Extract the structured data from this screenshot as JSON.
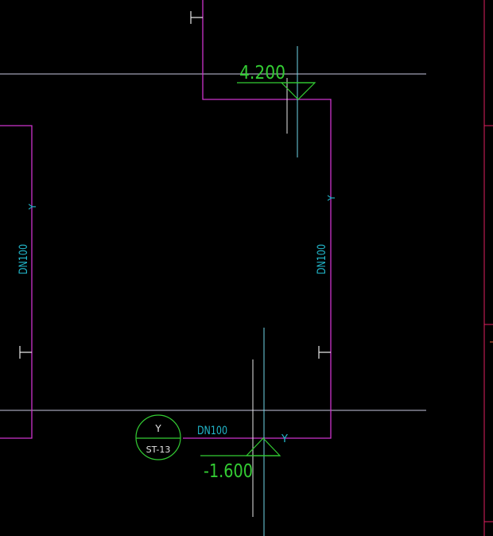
{
  "drawing": {
    "elevation_top": "4.200",
    "elevation_bottom": "-1.600",
    "pipe_size_left": "DN100",
    "pipe_size_right": "DN100",
    "pipe_size_bottom": "DN100",
    "pipe_code_left": "Y",
    "pipe_code_right": "Y",
    "pipe_code_bottom": "Y",
    "riser_tag": {
      "code": "Y",
      "number": "ST-13"
    }
  },
  "colors": {
    "background": "#000000",
    "pipe": "#cc33cc",
    "elevation_text": "#33cc33",
    "pipe_label": "#22b8cc",
    "grid_line": "#c8c8e0",
    "axis_cyan": "#6fd6e8",
    "white_line": "#e6e6e6",
    "frame": "#e02060"
  }
}
